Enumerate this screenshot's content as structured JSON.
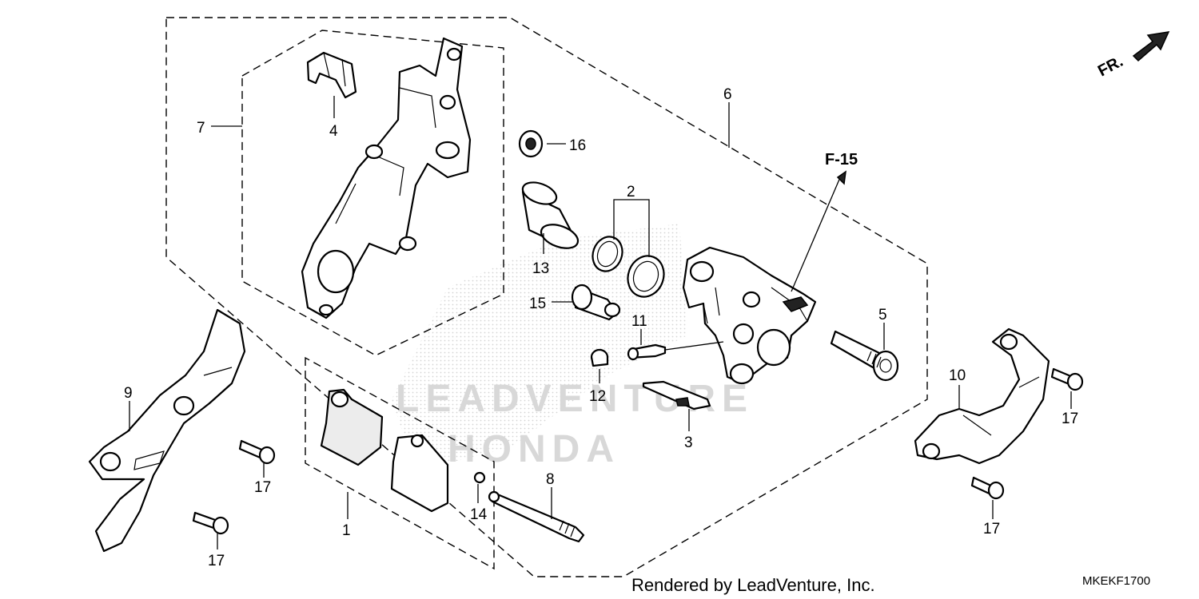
{
  "diagram": {
    "callouts": [
      {
        "id": "c1",
        "label": "1"
      },
      {
        "id": "c2",
        "label": "2"
      },
      {
        "id": "c3",
        "label": "3"
      },
      {
        "id": "c4",
        "label": "4"
      },
      {
        "id": "c5",
        "label": "5"
      },
      {
        "id": "c6",
        "label": "6"
      },
      {
        "id": "c7",
        "label": "7"
      },
      {
        "id": "c8",
        "label": "8"
      },
      {
        "id": "c9",
        "label": "9"
      },
      {
        "id": "c10",
        "label": "10"
      },
      {
        "id": "c11",
        "label": "11"
      },
      {
        "id": "c12",
        "label": "12"
      },
      {
        "id": "c13",
        "label": "13"
      },
      {
        "id": "c14",
        "label": "14"
      },
      {
        "id": "c15",
        "label": "15"
      },
      {
        "id": "c16",
        "label": "16"
      },
      {
        "id": "c17a",
        "label": "17"
      },
      {
        "id": "c17b",
        "label": "17"
      },
      {
        "id": "c17c",
        "label": "17"
      },
      {
        "id": "c17d",
        "label": "17"
      }
    ],
    "reference_label": "F-15",
    "direction_label": "FR.",
    "watermark_text": "LEADVENTURE",
    "watermark_brand": "HONDA",
    "footer_text": "Rendered by LeadVenture, Inc.",
    "diagram_code": "MKEKF1700"
  }
}
